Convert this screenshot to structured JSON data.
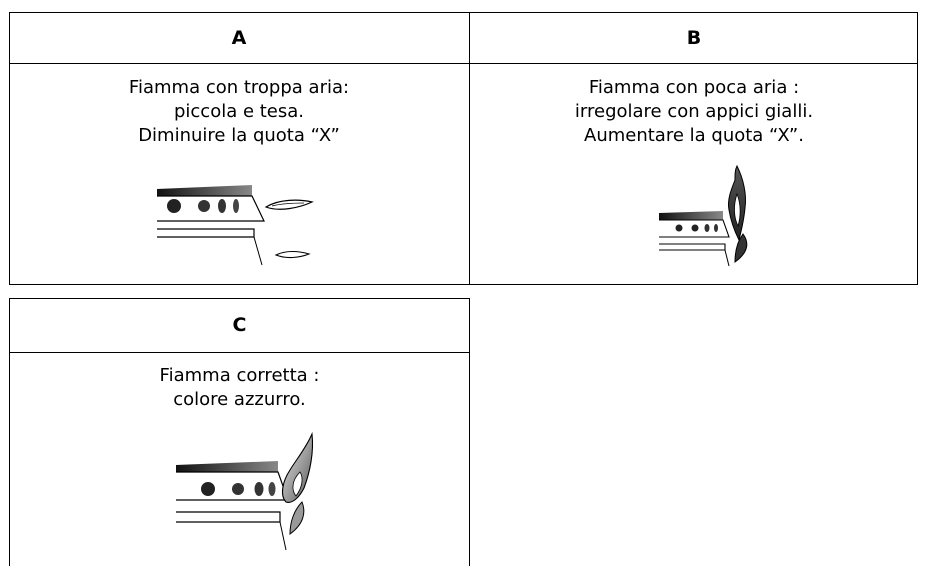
{
  "panels": [
    {
      "header": "A",
      "lines": [
        "Fiamma con troppa aria:",
        "piccola e tesa.",
        "Diminuire la quota “X”"
      ],
      "flame": "small-taut-flame"
    },
    {
      "header": "B",
      "lines": [
        "Fiamma con poca aria :",
        "irregolare con appici gialli.",
        "Aumentare la quota “X”."
      ],
      "flame": "irregular-yellow-tip-flame"
    },
    {
      "header": "C",
      "lines": [
        "Fiamma corretta :",
        "colore azzurro."
      ],
      "flame": "correct-blue-flame"
    }
  ]
}
